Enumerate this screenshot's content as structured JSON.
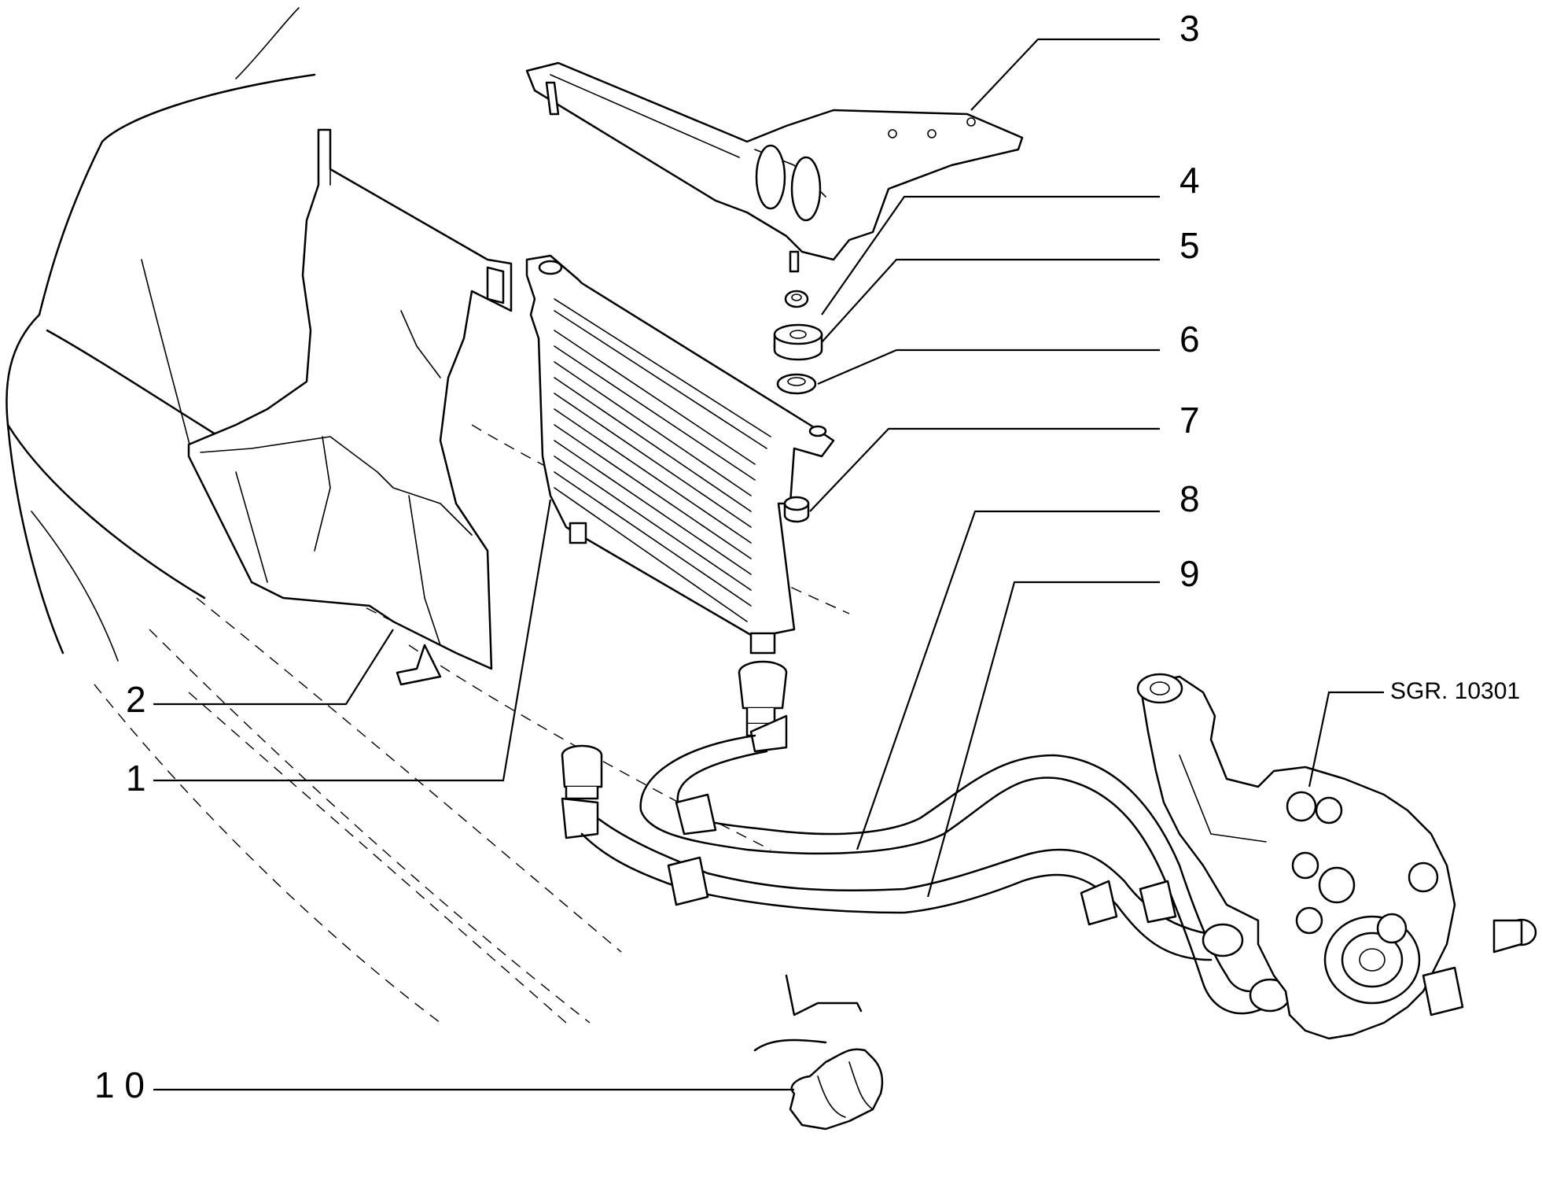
{
  "callouts": {
    "c1": "1",
    "c2": "2",
    "c3": "3",
    "c4": "4",
    "c5": "5",
    "c6": "6",
    "c7": "7",
    "c8": "8",
    "c9": "9",
    "c10": "1 0"
  },
  "reference": "SGR. 10301"
}
